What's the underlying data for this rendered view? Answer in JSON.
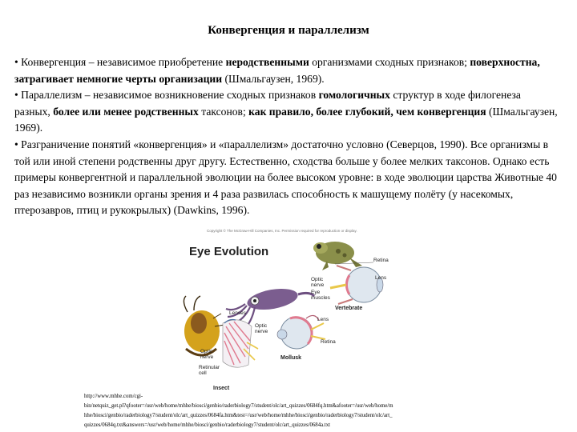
{
  "title": "Конвергенция и параллелизм",
  "paragraphs": [
    {
      "t1": "• Конвергенция – независимое приобретение ",
      "b1": "неродственными",
      "t2": " организмами сходных признаков; ",
      "b2": "поверхностна, затрагивает немногие черты организации",
      "t3": " (Шмальгаузен, 1969)."
    },
    {
      "t1": "• Параллелизм – независимое возникновение сходных признаков ",
      "b1": "гомологичных",
      "t2": " структур в ходе филогенеза разных, ",
      "b2": "более или менее родственных",
      "t3": " таксонов; ",
      "b3": "как правило, более глубокий, чем конвергенция",
      "t4": " (Шмальгаузен, 1969)."
    },
    {
      "t1": "• Разграничение понятий «конвергенция» и «параллелизм» достаточно условно (Северцов, 1990). Все организмы в той или иной степени родственны друг другу. Естественно, сходства больше у более мелких таксонов. Однако есть примеры конвергентной и параллельной эволюции на более высоком уровне: в ходе эволюции царства Животные 40 раз независимо возникли органы зрения и 4 раза развилась способность к машущему полёту (у насекомых, птерозавров, птиц и рукокрылых) (Dawkins, 1996)."
    }
  ],
  "figure": {
    "copyright": "Copyright © The McGraw-Hill Companies, Inc. Permission required for reproduction or display.",
    "title": "Eye Evolution",
    "labels": {
      "retina_top": "Retina",
      "lens_top": "Lens",
      "optic_nerve_top": "Optic nerve",
      "eye_muscles": "Eye muscles",
      "vertebrate": "Vertebrate",
      "lenses": "Lenses",
      "optic_nerve_mid": "Optic nerve",
      "lens_mid": "Lens",
      "retina_mid": "Retina",
      "optic_nerve_insect": "Optic nerve",
      "retinular_cell": "Retinular cell",
      "mollusk": "Mollusk",
      "insect": "Insect"
    },
    "colors": {
      "frog": "#8a8f4a",
      "octopus": "#7b5d8f",
      "bee": "#d4a21c",
      "retina": "#e07a8f",
      "nerve": "#e9c84a",
      "eyeball": "#dfe7ef"
    }
  },
  "source_lines": [
    "http://www.mhhe.com/cgi-",
    "bin/netquiz_get.pl?qfooter=/usr/web/home/mhhe/biosci/genbio/raderbiology7/student/olc/art_quizzes/0684fq.htm&afooter=/usr/web/home/m",
    "hhe/biosci/genbio/raderbiology7/student/olc/art_quizzes/0684fa.htm&test=/usr/web/home/mhhe/biosci/genbio/raderbiology7/student/olc/art_",
    "quizzes/0684q.txt&answers=/usr/web/home/mhhe/biosci/genbio/raderbiology7/student/olc/art_quizzes/0684a.txt"
  ]
}
